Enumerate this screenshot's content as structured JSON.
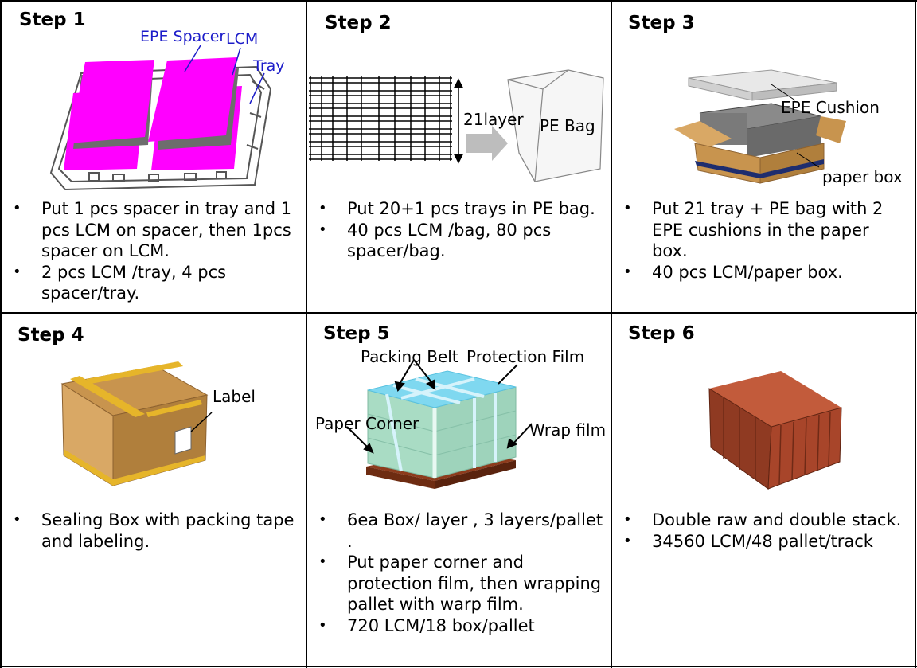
{
  "steps": [
    {
      "title": "Step 1",
      "labels": {
        "epe_spacer": "EPE Spacer",
        "lcm": "LCM",
        "tray": "Tray"
      },
      "bullets": [
        "Put 1 pcs spacer in tray and 1 pcs LCM on spacer, then 1pcs spacer on LCM.",
        "2 pcs LCM /tray, 4 pcs spacer/tray."
      ]
    },
    {
      "title": "Step 2",
      "labels": {
        "layers": "21layer",
        "pe_bag": "PE Bag"
      },
      "bullets": [
        "Put 20+1 pcs trays  in PE bag.",
        "40 pcs LCM /bag, 80 pcs spacer/bag."
      ]
    },
    {
      "title": "Step 3",
      "labels": {
        "epe_cushion": "EPE Cushion",
        "paper_box": "paper box"
      },
      "bullets": [
        "Put 21 tray + PE bag with 2 EPE cushions in the paper box.",
        "40 pcs LCM/paper box."
      ]
    },
    {
      "title": "Step 4",
      "labels": {
        "label": "Label"
      },
      "bullets": [
        "Sealing Box with packing tape and labeling."
      ]
    },
    {
      "title": "Step 5",
      "labels": {
        "packing_belt": "Packing Belt",
        "protection_film": "Protection Film",
        "paper_corner": "Paper Corner",
        "wrap_film": "Wrap film"
      },
      "bullets": [
        "6ea Box/ layer , 3 layers/pallet .",
        "Put paper corner and protection film, then wrapping pallet with warp film.",
        "720 LCM/18 box/pallet"
      ]
    },
    {
      "title": "Step 6",
      "labels": {},
      "bullets": [
        "Double raw and double stack.",
        "34560 LCM/48 pallet/track"
      ]
    }
  ],
  "colors": {
    "lcm_magenta": "#ff00ff",
    "label_blue": "#1c1cc9",
    "box_kraft": "#c8944e",
    "tape_yellow": "#e6b52a",
    "film_cyan": "#7fd8f0",
    "container_rust": "#a8452a"
  }
}
